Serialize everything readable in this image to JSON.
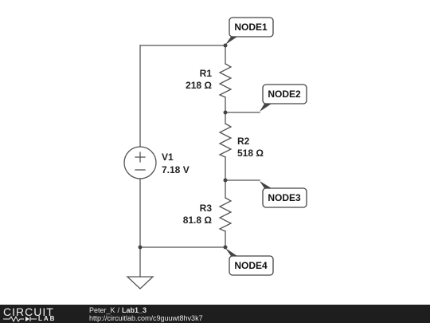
{
  "components": {
    "r1": {
      "name": "R1",
      "value": "218 Ω"
    },
    "r2": {
      "name": "R2",
      "value": "518 Ω"
    },
    "r3": {
      "name": "R3",
      "value": "81.8 Ω"
    },
    "v1": {
      "name": "V1",
      "value": "7.18 V"
    }
  },
  "nodes": {
    "node1": "NODE1",
    "node2": "NODE2",
    "node3": "NODE3",
    "node4": "NODE4"
  },
  "footer": {
    "logo_top": "CIRCUIT",
    "logo_bottom": "LAB",
    "author": "Peter_K",
    "separator": "/",
    "lab_name": "Lab1_3",
    "url": "http://circuitlab.com/c9guuwt8hv3k7"
  },
  "colors": {
    "wire": "#555555",
    "footer_bg": "#1e1e1e",
    "tag_fill": "#ffffff"
  }
}
